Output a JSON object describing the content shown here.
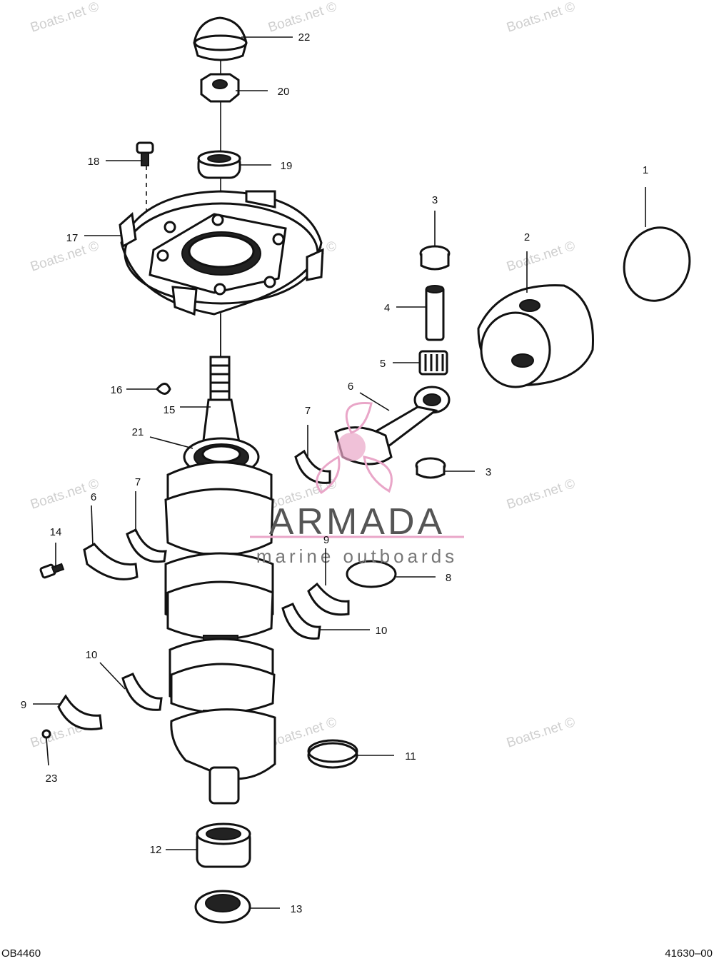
{
  "watermark_text": "Boats.net ©",
  "brand": {
    "name": "ARMADA",
    "tagline": "marine outboards",
    "accent": "#e9a6c8"
  },
  "footer": {
    "left_code": "OB4460",
    "right_code": "41630–00"
  },
  "callouts": [
    "1",
    "2",
    "3",
    "3",
    "4",
    "5",
    "6",
    "6",
    "7",
    "7",
    "8",
    "9",
    "9",
    "10",
    "10",
    "11",
    "12",
    "13",
    "14",
    "15",
    "16",
    "17",
    "18",
    "19",
    "20",
    "21",
    "22",
    "23"
  ]
}
